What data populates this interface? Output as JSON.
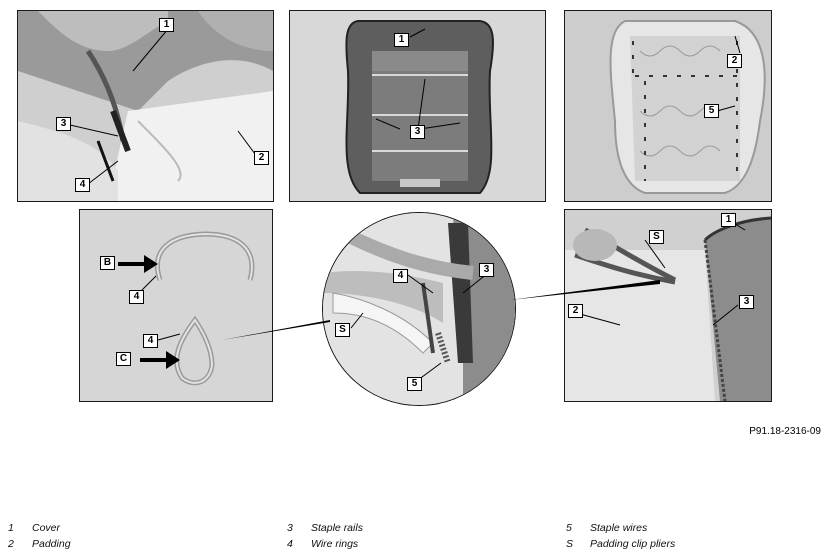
{
  "figure": {
    "reference": "P91.18-2316-09",
    "panel_a": {
      "labels": [
        "1",
        "3",
        "4",
        "2"
      ]
    },
    "panel_b": {
      "labels": [
        "1",
        "3"
      ]
    },
    "panel_c": {
      "labels": [
        "2",
        "5"
      ]
    },
    "panel_d": {
      "labels": [
        "B",
        "4",
        "4",
        "C"
      ]
    },
    "panel_e": {
      "labels": [
        "4",
        "3",
        "S",
        "5"
      ]
    },
    "panel_f": {
      "labels": [
        "S",
        "1",
        "2",
        "3"
      ]
    }
  },
  "legend": [
    {
      "key": "1",
      "text": "Cover"
    },
    {
      "key": "2",
      "text": "Padding"
    },
    {
      "key": "3",
      "text": "Staple rails"
    },
    {
      "key": "4",
      "text": "Wire rings"
    },
    {
      "key": "5",
      "text": "Staple wires"
    },
    {
      "key": "S",
      "text": "Padding clip pliers"
    }
  ],
  "colors": {
    "photo_bg": "#d6d6d6",
    "fabric": "#7a7a7a",
    "foam": "#e9e9e9",
    "frame": "#1a1a1a"
  }
}
